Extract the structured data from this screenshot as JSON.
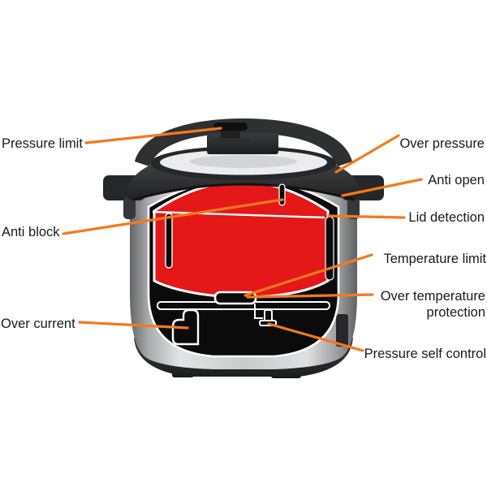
{
  "figure": {
    "type": "annotated-diagram",
    "subject": "Electric pressure cooker safety features cutaway",
    "labels": {
      "pressure_limit": "Pressure limit",
      "over_pressure": "Over pressure",
      "anti_open": "Anti open",
      "lid_detection": "Lid detection",
      "anti_block": "Anti block",
      "temperature_limit": "Temperature limit",
      "over_temperature_protection": "Over temperature protection",
      "over_current": "Over current",
      "pressure_self_control": "Pressure self control"
    },
    "colors": {
      "leader_line": "#F5791D",
      "inner_pot_red": "#E41719",
      "cutaway_black": "#0B0B0B",
      "outline_white": "#FFFFFF",
      "label_text": "#1A1A1A",
      "background": "#FFFFFF"
    }
  }
}
